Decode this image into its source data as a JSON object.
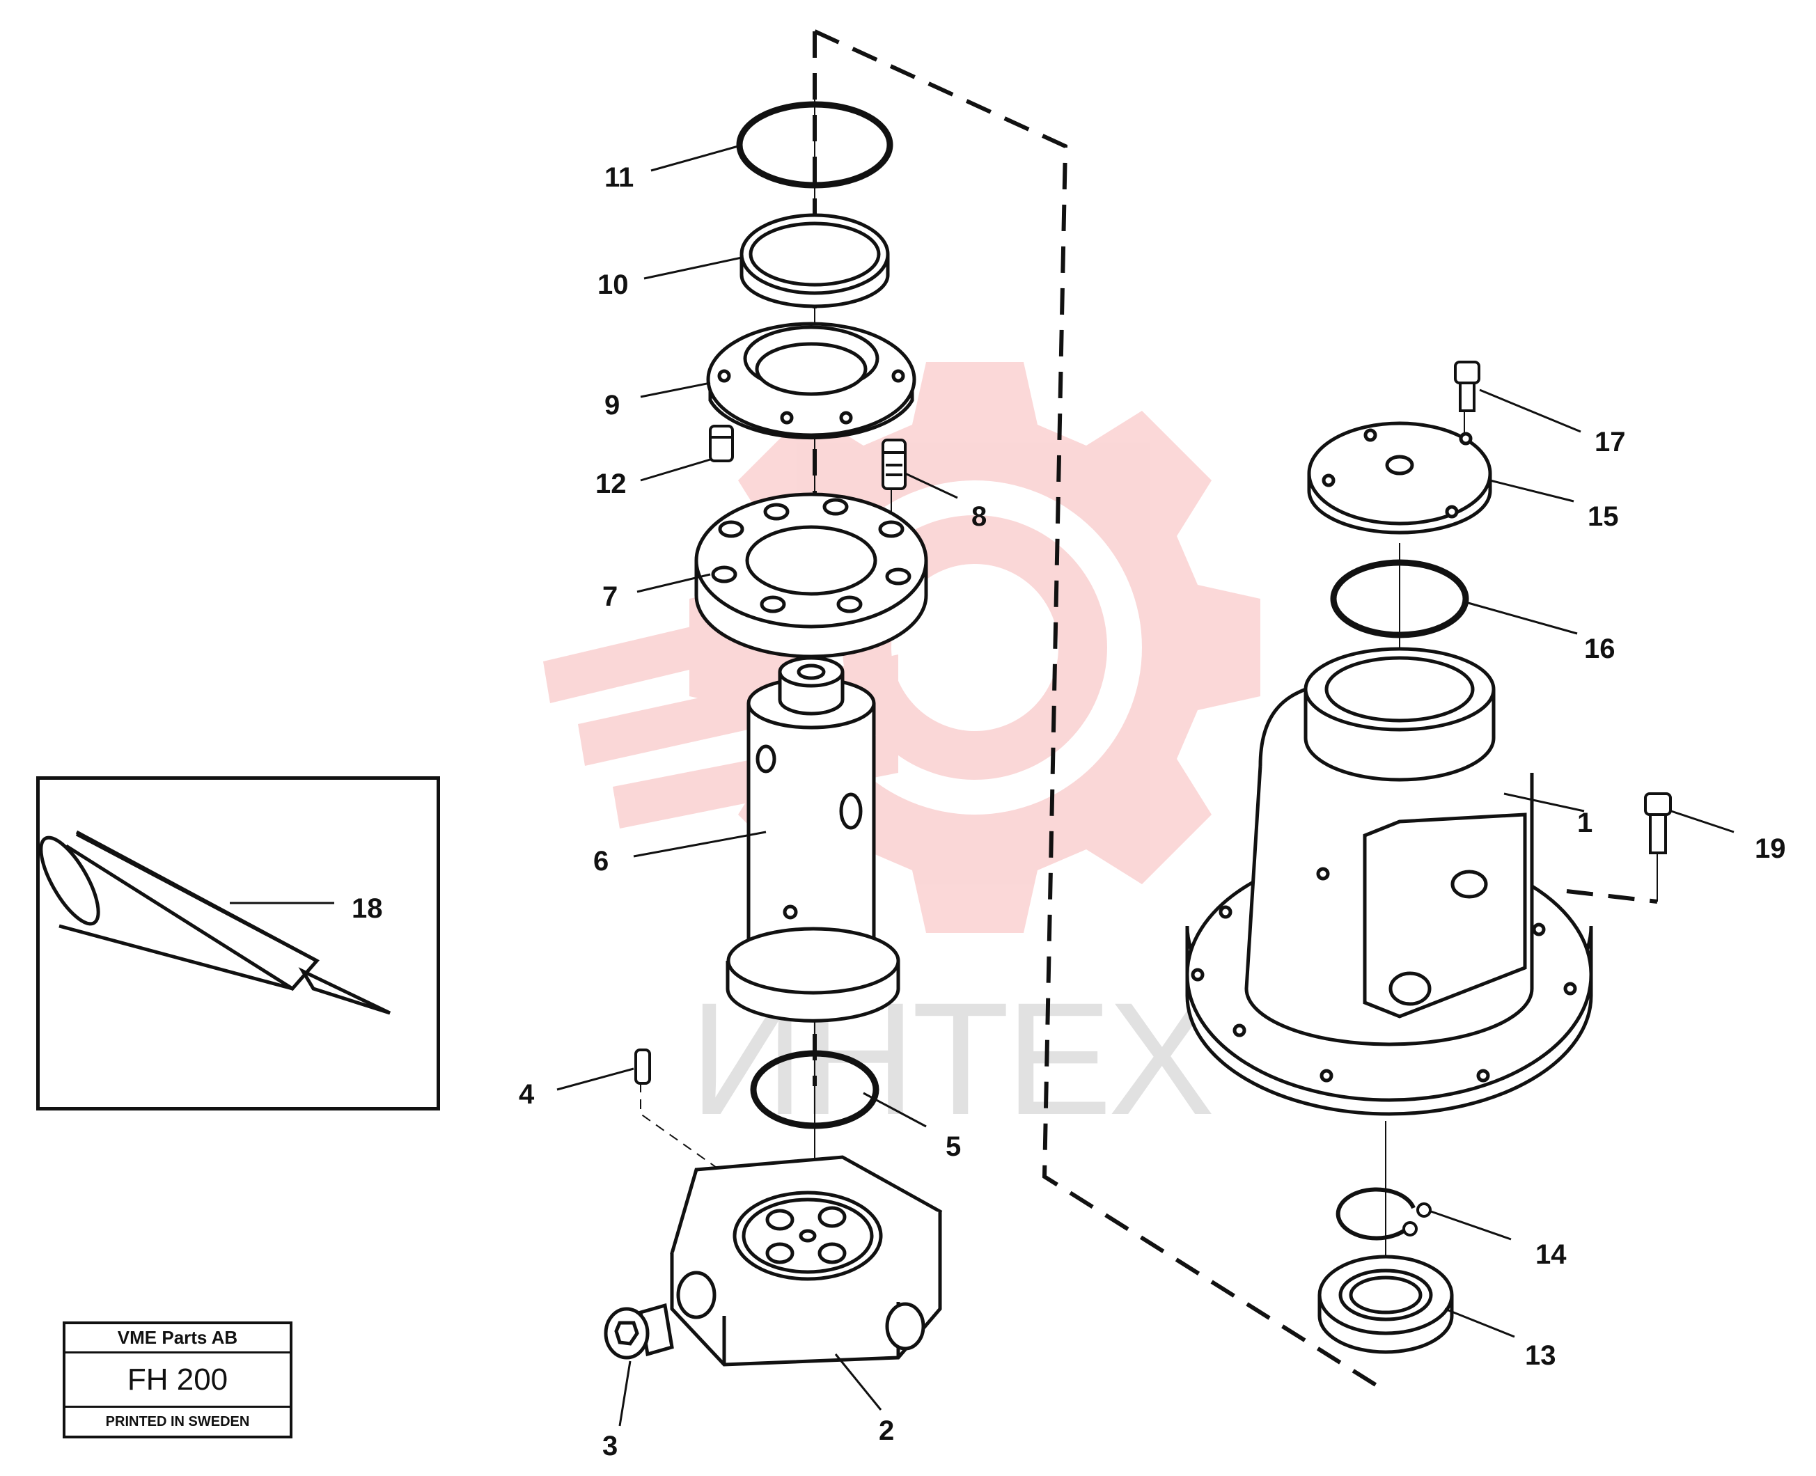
{
  "callouts": [
    {
      "id": "1",
      "text": "1"
    },
    {
      "id": "2",
      "text": "2"
    },
    {
      "id": "3",
      "text": "3"
    },
    {
      "id": "4",
      "text": "4"
    },
    {
      "id": "5",
      "text": "5"
    },
    {
      "id": "6",
      "text": "6"
    },
    {
      "id": "7",
      "text": "7"
    },
    {
      "id": "8",
      "text": "8"
    },
    {
      "id": "9",
      "text": "9"
    },
    {
      "id": "10",
      "text": "10"
    },
    {
      "id": "11",
      "text": "11"
    },
    {
      "id": "12",
      "text": "12"
    },
    {
      "id": "13",
      "text": "13"
    },
    {
      "id": "14",
      "text": "14"
    },
    {
      "id": "15",
      "text": "15"
    },
    {
      "id": "16",
      "text": "16"
    },
    {
      "id": "17",
      "text": "17"
    },
    {
      "id": "18",
      "text": "18"
    },
    {
      "id": "19",
      "text": "19"
    }
  ],
  "title_block": {
    "company": "VME Parts AB",
    "model": "FH 200",
    "printed": "PRINTED IN SWEDEN"
  },
  "watermark": {
    "text": "ИНТЕX",
    "color": "#f4b3b3"
  },
  "colors": {
    "ink": "#111111",
    "watermark_gear": "#f8c4c4",
    "watermark_text": "#d9d9d9"
  }
}
